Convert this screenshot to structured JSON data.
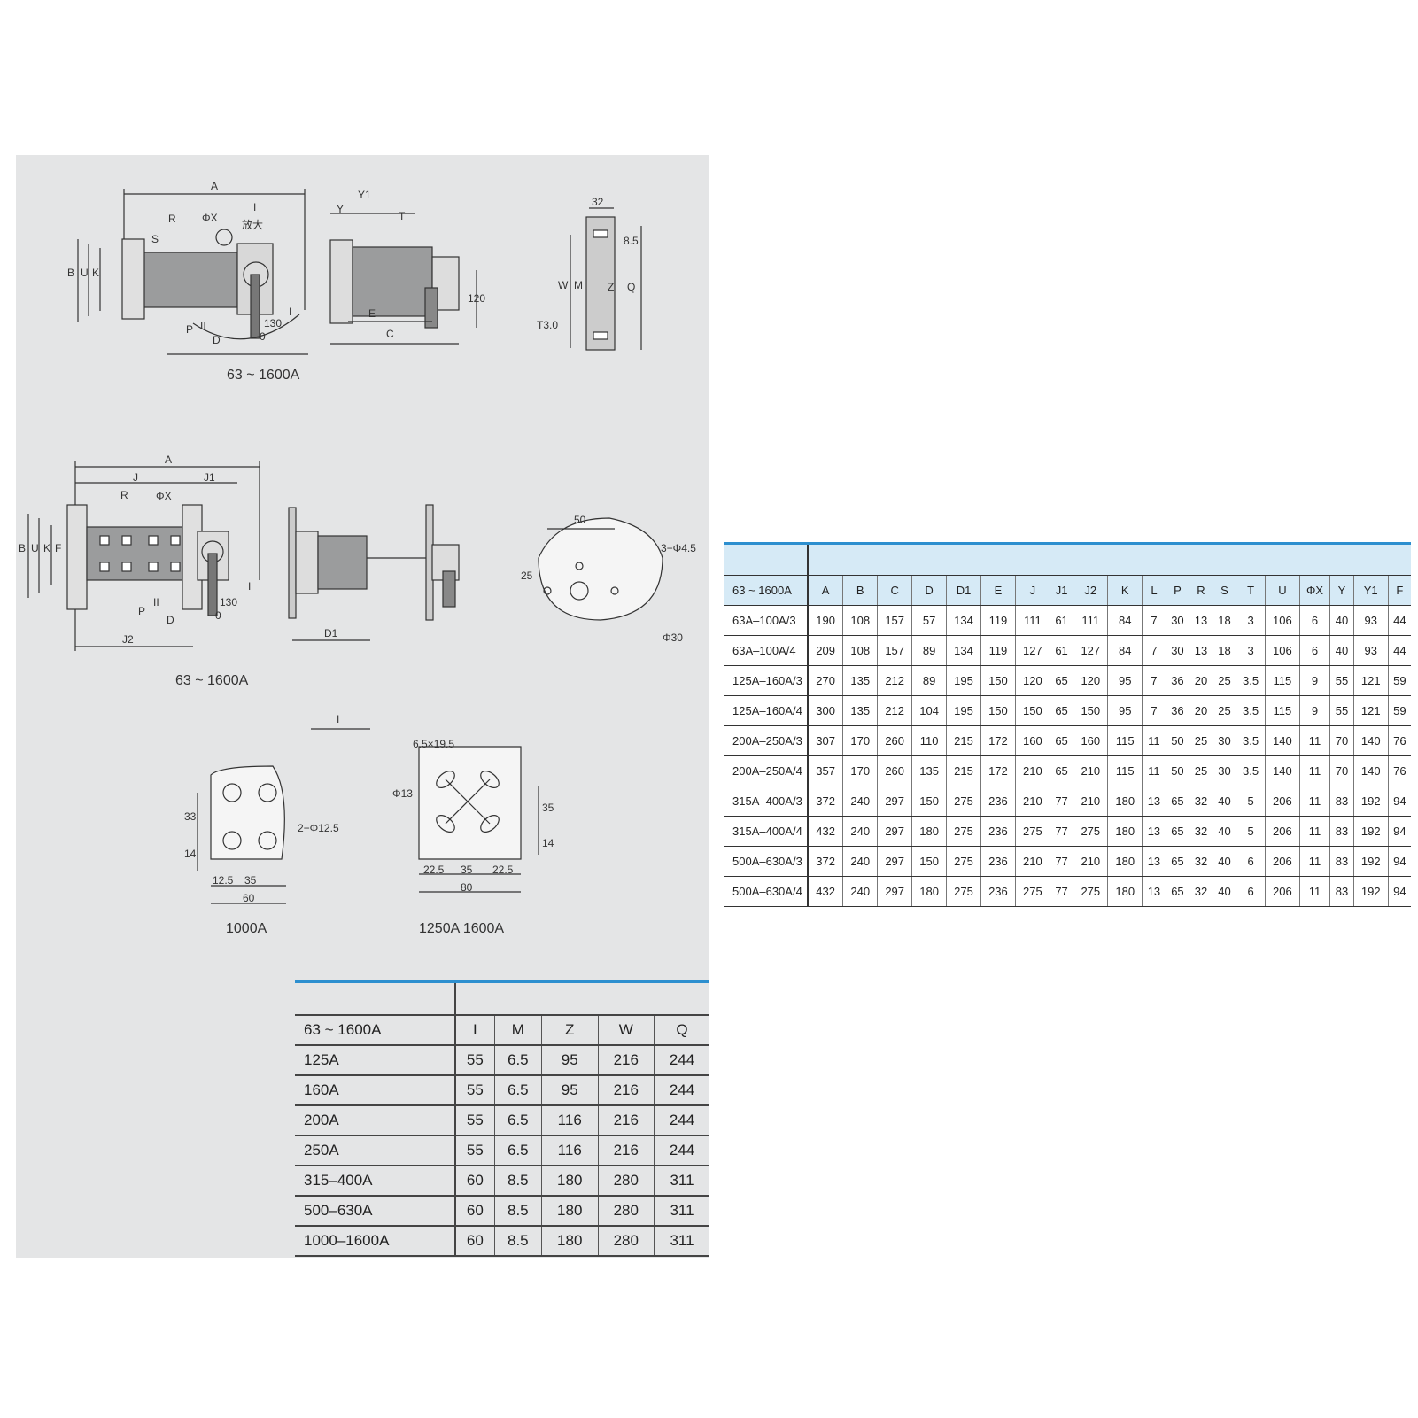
{
  "diagram": {
    "top_drawing_caption": "63 ~ 1600A",
    "middle_drawing_caption": "63 ~ 1600A",
    "left_detail_caption": "1000A",
    "right_detail_caption": "1250A  1600A",
    "detail_section_label": "I",
    "labels_top": [
      "A",
      "R",
      "ΦX",
      "I",
      "放大",
      "B",
      "U",
      "K",
      "S",
      "P",
      "II",
      "D",
      "130",
      "0",
      "I",
      "Y1",
      "Y",
      "T",
      "E",
      "C",
      "120",
      "32",
      "8.5",
      "W",
      "M",
      "Z",
      "Q",
      "T3.0"
    ],
    "labels_mid": [
      "A",
      "J",
      "J1",
      "R",
      "ΦX",
      "B",
      "U",
      "K",
      "F",
      "P",
      "II",
      "D",
      "J2",
      "130",
      "0",
      "I",
      "D1",
      "50",
      "3−Φ4.5",
      "25",
      "Φ30"
    ],
    "labels_detail_left": [
      "33",
      "14",
      "2−Φ12.5",
      "12.5",
      "35",
      "60"
    ],
    "labels_detail_right": [
      "6.5×19.5",
      "Φ13",
      "35",
      "14",
      "22.5",
      "35",
      "22.5",
      "80"
    ]
  },
  "table_small": {
    "header_label": "63 ~ 1600A",
    "columns": [
      "I",
      "M",
      "Z",
      "W",
      "Q"
    ],
    "rows": [
      {
        "model": "125A",
        "values": [
          "55",
          "6.5",
          "95",
          "216",
          "244"
        ]
      },
      {
        "model": "160A",
        "values": [
          "55",
          "6.5",
          "95",
          "216",
          "244"
        ]
      },
      {
        "model": "200A",
        "values": [
          "55",
          "6.5",
          "116",
          "216",
          "244"
        ]
      },
      {
        "model": "250A",
        "values": [
          "55",
          "6.5",
          "116",
          "216",
          "244"
        ]
      },
      {
        "model": "315–400A",
        "values": [
          "60",
          "8.5",
          "180",
          "280",
          "311"
        ]
      },
      {
        "model": "500–630A",
        "values": [
          "60",
          "8.5",
          "180",
          "280",
          "311"
        ]
      },
      {
        "model": "1000–1600A",
        "values": [
          "60",
          "8.5",
          "180",
          "280",
          "311"
        ]
      }
    ]
  },
  "table_large": {
    "header_label": "63 ~ 1600A",
    "columns": [
      "A",
      "B",
      "C",
      "D",
      "D1",
      "E",
      "J",
      "J1",
      "J2",
      "K",
      "L",
      "P",
      "R",
      "S",
      "T",
      "U",
      "ΦX",
      "Y",
      "Y1",
      "F"
    ],
    "rows": [
      {
        "model": "63A–100A/3",
        "values": [
          "190",
          "108",
          "157",
          "57",
          "134",
          "119",
          "111",
          "61",
          "111",
          "84",
          "7",
          "30",
          "13",
          "18",
          "3",
          "106",
          "6",
          "40",
          "93",
          "44"
        ]
      },
      {
        "model": "63A–100A/4",
        "values": [
          "209",
          "108",
          "157",
          "89",
          "134",
          "119",
          "127",
          "61",
          "127",
          "84",
          "7",
          "30",
          "13",
          "18",
          "3",
          "106",
          "6",
          "40",
          "93",
          "44"
        ]
      },
      {
        "model": "125A–160A/3",
        "values": [
          "270",
          "135",
          "212",
          "89",
          "195",
          "150",
          "120",
          "65",
          "120",
          "95",
          "7",
          "36",
          "20",
          "25",
          "3.5",
          "115",
          "9",
          "55",
          "121",
          "59"
        ]
      },
      {
        "model": "125A–160A/4",
        "values": [
          "300",
          "135",
          "212",
          "104",
          "195",
          "150",
          "150",
          "65",
          "150",
          "95",
          "7",
          "36",
          "20",
          "25",
          "3.5",
          "115",
          "9",
          "55",
          "121",
          "59"
        ]
      },
      {
        "model": "200A–250A/3",
        "values": [
          "307",
          "170",
          "260",
          "110",
          "215",
          "172",
          "160",
          "65",
          "160",
          "115",
          "11",
          "50",
          "25",
          "30",
          "3.5",
          "140",
          "11",
          "70",
          "140",
          "76"
        ]
      },
      {
        "model": "200A–250A/4",
        "values": [
          "357",
          "170",
          "260",
          "135",
          "215",
          "172",
          "210",
          "65",
          "210",
          "115",
          "11",
          "50",
          "25",
          "30",
          "3.5",
          "140",
          "11",
          "70",
          "140",
          "76"
        ]
      },
      {
        "model": "315A–400A/3",
        "values": [
          "372",
          "240",
          "297",
          "150",
          "275",
          "236",
          "210",
          "77",
          "210",
          "180",
          "13",
          "65",
          "32",
          "40",
          "5",
          "206",
          "11",
          "83",
          "192",
          "94"
        ]
      },
      {
        "model": "315A–400A/4",
        "values": [
          "432",
          "240",
          "297",
          "180",
          "275",
          "236",
          "275",
          "77",
          "275",
          "180",
          "13",
          "65",
          "32",
          "40",
          "5",
          "206",
          "11",
          "83",
          "192",
          "94"
        ]
      },
      {
        "model": "500A–630A/3",
        "values": [
          "372",
          "240",
          "297",
          "150",
          "275",
          "236",
          "210",
          "77",
          "210",
          "180",
          "13",
          "65",
          "32",
          "40",
          "6",
          "206",
          "11",
          "83",
          "192",
          "94"
        ]
      },
      {
        "model": "500A–630A/4",
        "values": [
          "432",
          "240",
          "297",
          "180",
          "275",
          "236",
          "275",
          "77",
          "275",
          "180",
          "13",
          "65",
          "32",
          "40",
          "6",
          "206",
          "11",
          "83",
          "192",
          "94"
        ]
      }
    ]
  }
}
